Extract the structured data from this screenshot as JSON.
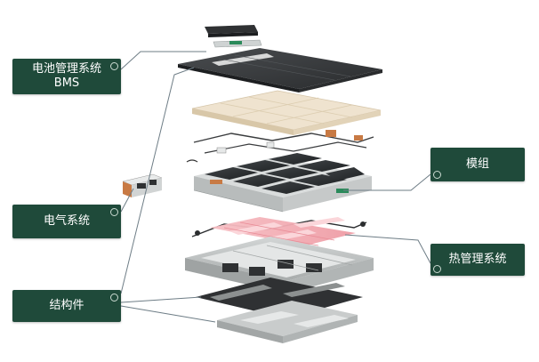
{
  "labels": {
    "bms_line1": "电池管理系统",
    "bms_line2": "BMS",
    "electrical": "电气系统",
    "structural": "结构件",
    "module": "模组",
    "thermal": "热管理系统"
  },
  "colors": {
    "label_bg": "#1f4a3a",
    "label_text": "#ffffff",
    "leader_line": "#6e7d86",
    "top_cover": "#3a3c3e",
    "foam_layer": "#efe3cf",
    "module_cell": "#2e3133",
    "module_frame": "#d9dcdc",
    "thermal_plate": "#f2a8b0",
    "tray": "#bfc3c3",
    "copper": "#c87a44"
  }
}
